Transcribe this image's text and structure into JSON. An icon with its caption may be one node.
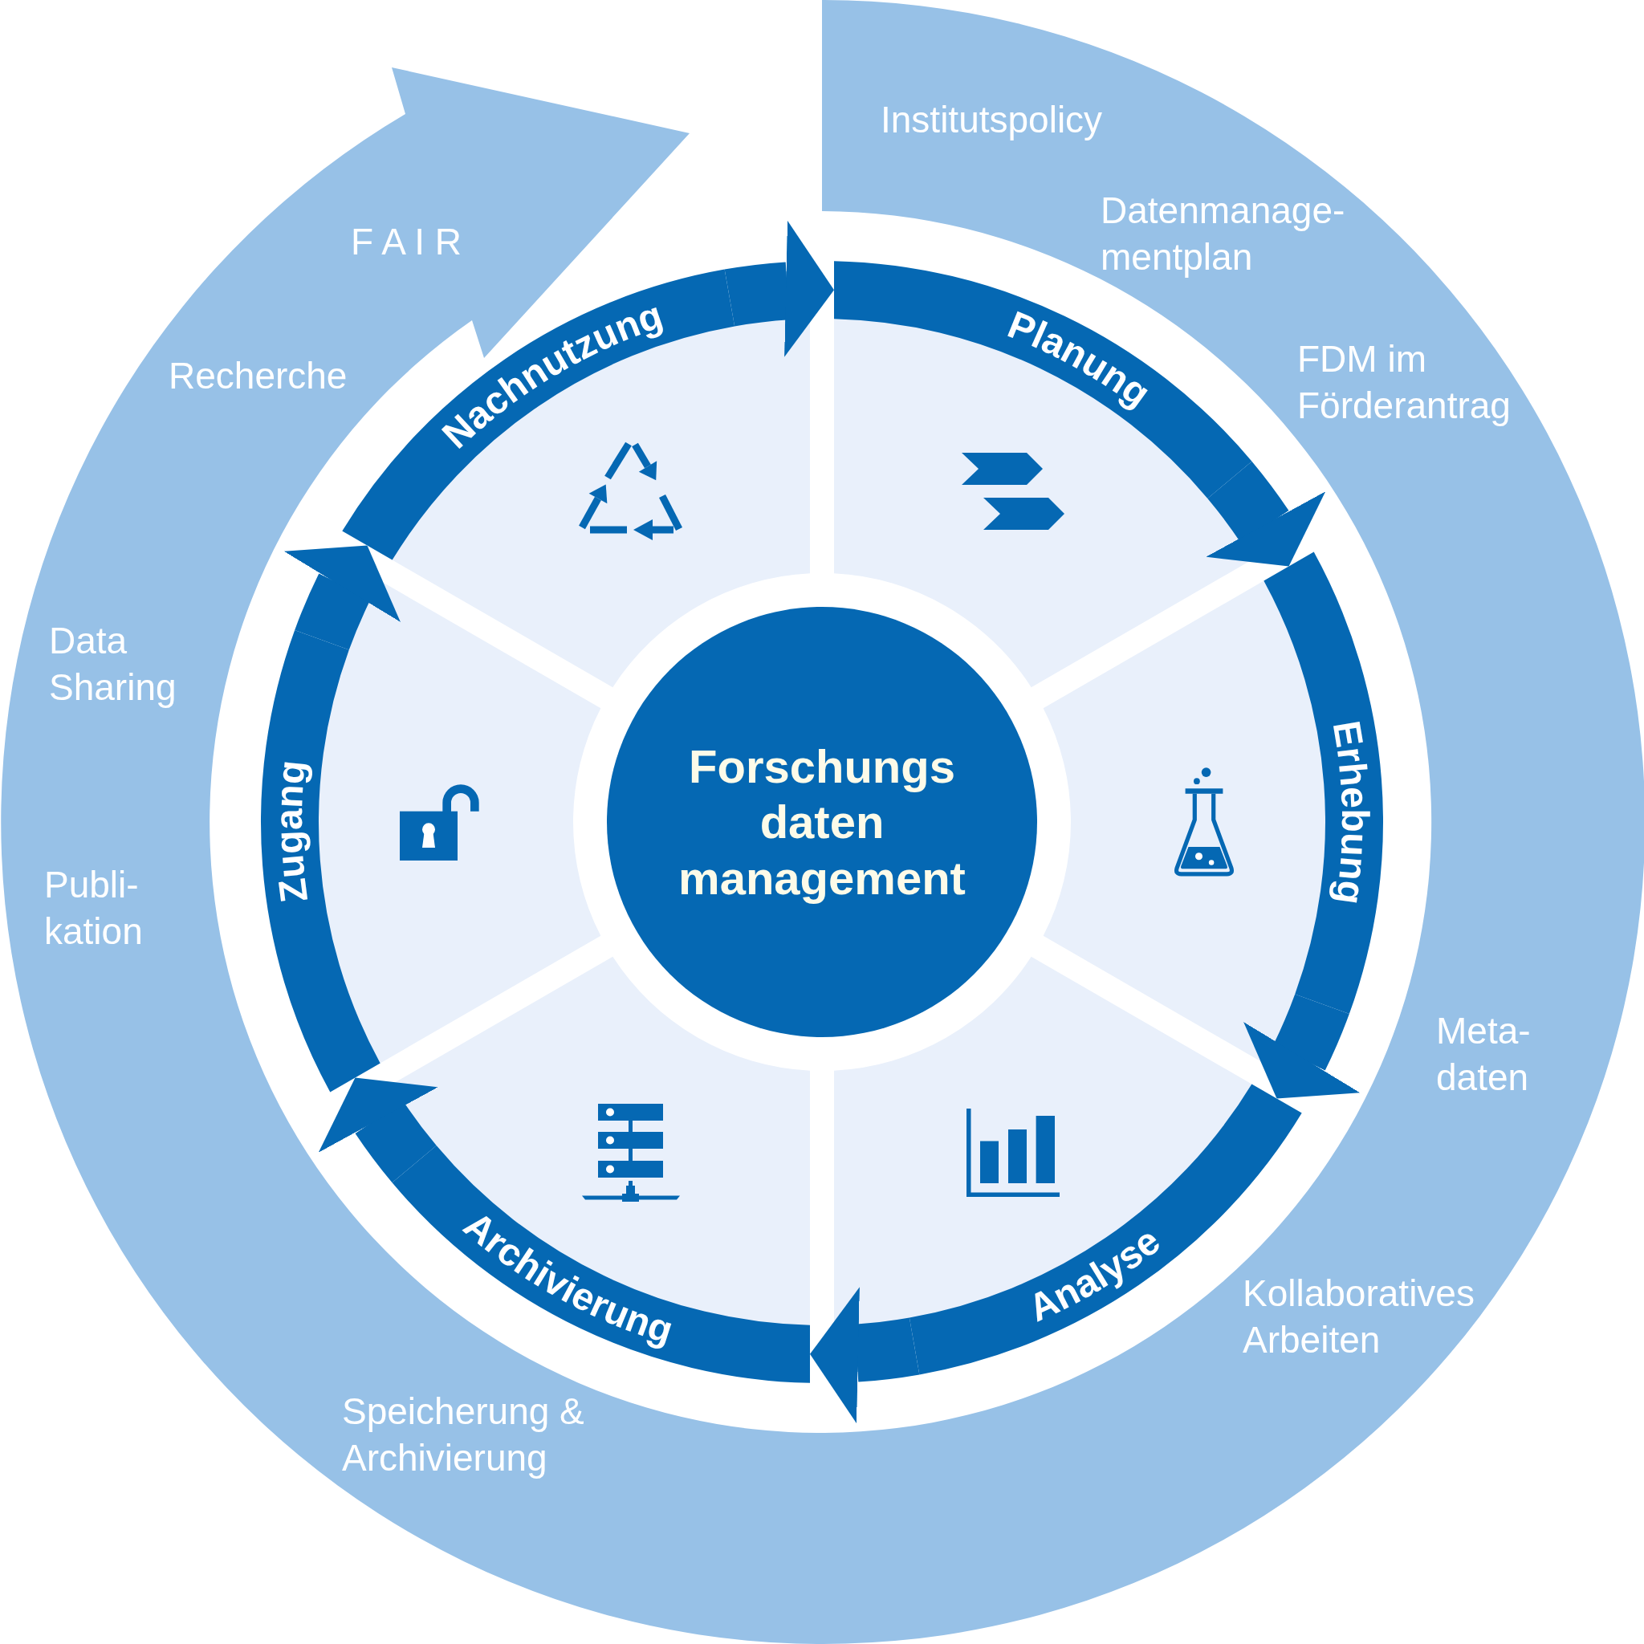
{
  "diagram": {
    "nodes": [
      {
        "text": [
          "Institutspolicy",
          "Datenmanage- mentplan",
          "FDM im Förderantrag",
          "Meta- daten",
          "Kollaboratives Arbeiten",
          "Speicherung & Archivierung",
          "Publi- kation",
          "Data Sharing",
          "Recherche",
          "F A I R"
        ]
      },
      {
        "text": [
          "Forschungs daten management"
        ]
      },
      {
        "text": [
          "Planung"
        ]
      },
      {
        "text": [
          "Erhebung"
        ]
      },
      {
        "text": [
          "Analyse"
        ]
      },
      {
        "text": [
          "Archivierung"
        ]
      },
      {
        "text": [
          "Zugang"
        ]
      },
      {
        "text": [
          "Nachnutzung"
        ]
      }
    ],
    "edges": [
      {
        "from": 2,
        "to": 3,
        "arrow": "to"
      },
      {
        "from": 3,
        "to": 4,
        "arrow": "to"
      },
      {
        "from": 4,
        "to": 5,
        "arrow": "to"
      },
      {
        "from": 5,
        "to": 6,
        "arrow": "to"
      },
      {
        "from": 6,
        "to": 7,
        "arrow": "to"
      },
      {
        "from": 7,
        "to": 2,
        "arrow": "to"
      }
    ]
  }
}
